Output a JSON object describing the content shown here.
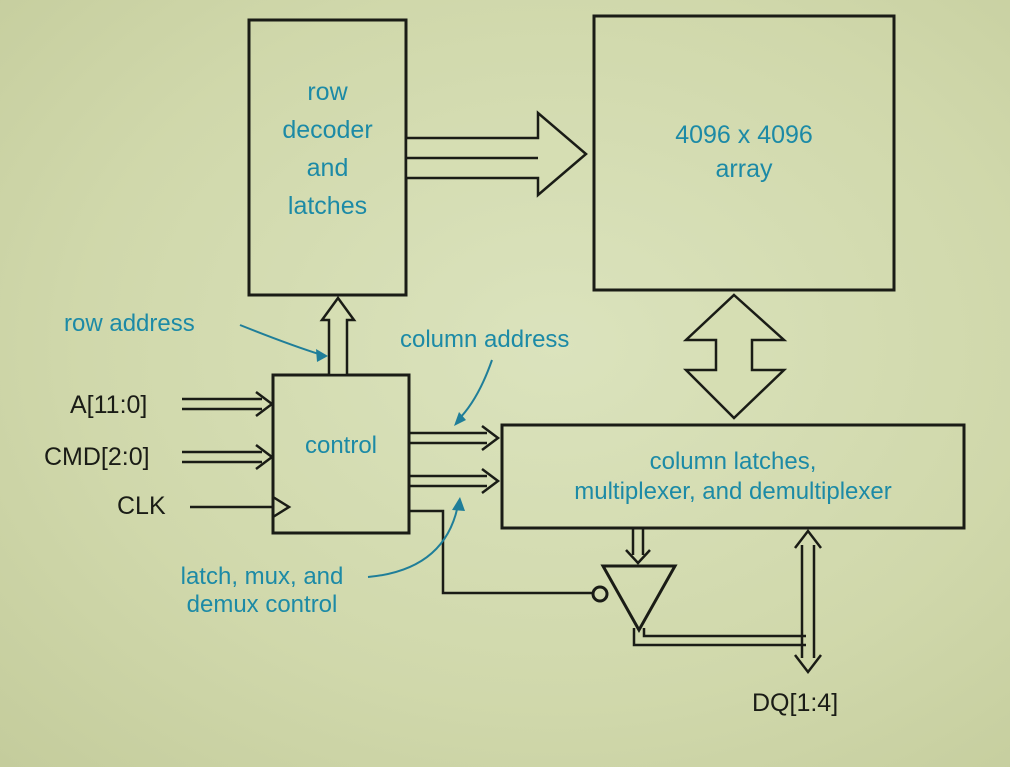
{
  "blocks": {
    "row_decoder": [
      "row",
      "decoder",
      "and",
      "latches"
    ],
    "array": [
      "4096 x 4096",
      "array"
    ],
    "control": "control",
    "column_latches": [
      "column latches,",
      "multiplexer, and demultiplexer"
    ]
  },
  "annotations": {
    "row_address": "row address",
    "column_address": "column address",
    "latch_control": [
      "latch, mux, and",
      "demux control"
    ]
  },
  "signals": {
    "address": "A[11:0]",
    "command": "CMD[2:0]",
    "clock": "CLK",
    "data": "DQ[1:4]"
  },
  "colors": {
    "background": "#d4dcb2",
    "lines": "#1a1c16",
    "block_text": "#1c8aa6"
  }
}
